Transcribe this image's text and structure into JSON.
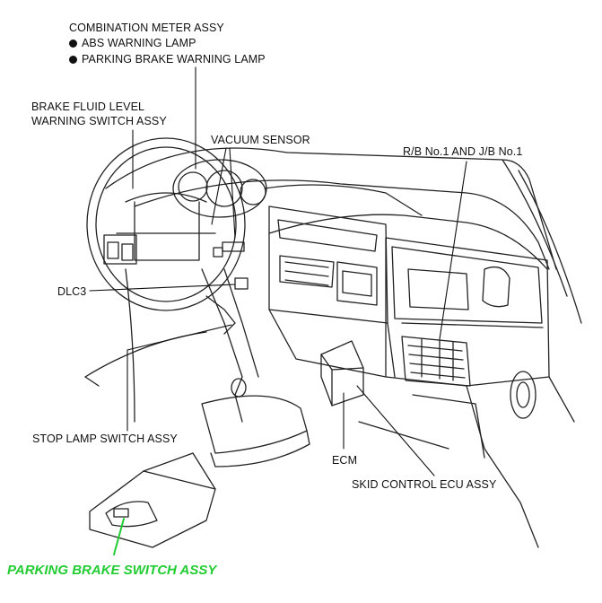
{
  "diagram": {
    "labels": {
      "combination_meter": "COMBINATION METER ASSY",
      "abs_lamp": "ABS WARNING LAMP",
      "parking_lamp": "PARKING BRAKE WARNING LAMP",
      "brake_fluid_line1": "BRAKE FLUID LEVEL",
      "brake_fluid_line2": "WARNING SWITCH ASSY",
      "vacuum_sensor": "VACUUM SENSOR",
      "rb_jb": "R/B No.1 AND J/B No.1",
      "dlc3": "DLC3",
      "stop_lamp": "STOP LAMP SWITCH ASSY",
      "ecm": "ECM",
      "skid_control": "SKID CONTROL ECU ASSY",
      "parking_brake_switch": "PARKING BRAKE SWITCH ASSY"
    },
    "colors": {
      "ink": "#111111",
      "highlight": "#22cc33"
    },
    "icons": {
      "bullet": "filled-circle"
    }
  }
}
